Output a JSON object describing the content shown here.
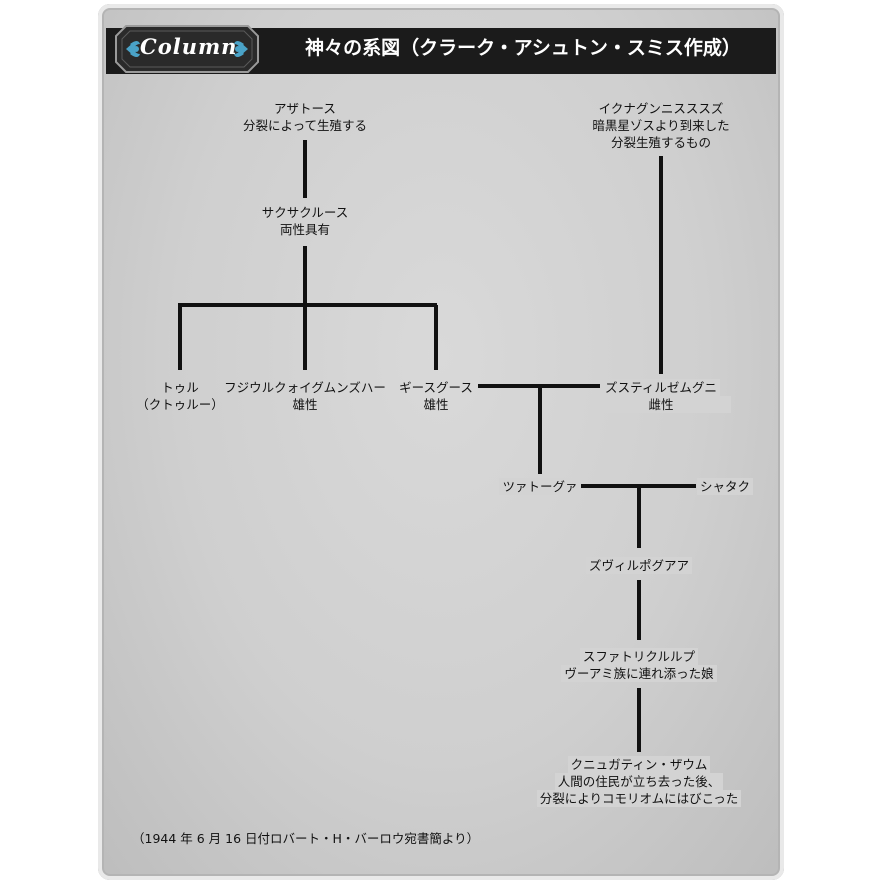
{
  "header": {
    "badge": "Column",
    "title": "神々の系図（クラーク・アシュトン・スミス作成）"
  },
  "nodes": {
    "azathoth": {
      "name": "アザトース",
      "desc": "分裂によって生殖する"
    },
    "ycnagnnisssz": {
      "name": "イクナグンニスススズ",
      "desc1": "暗黒星ゾスより到来した",
      "desc2": "分裂生殖するもの"
    },
    "cxaxukluth": {
      "name": "サクサクルース",
      "desc": "両性具有"
    },
    "hziulquoigmnzhah": {
      "name": "フジウルクォイグムンズハー",
      "desc": "雄性"
    },
    "ghisguth": {
      "name": "ギースグース",
      "desc": "雄性"
    },
    "cthulhu": {
      "name": "トゥル",
      "desc": "（クトゥルー）"
    },
    "zstylzhemgni": {
      "name": "ズスティルゼムグニ",
      "desc": "雌性"
    },
    "tsathoggua": {
      "name": "ツァトーグァ"
    },
    "shathak": {
      "name": "シャタク"
    },
    "zvilpogghua": {
      "name": "ズヴィルポグアア"
    },
    "sfatlicllp": {
      "name": "スファトリクルルプ",
      "desc": "ヴーアミ族に連れ添った娘"
    },
    "knygathin": {
      "name": "クニュガティン・ザウム",
      "desc1": "人間の住民が立ち去った後、",
      "desc2": "分裂によりコモリオムにはびこった"
    }
  },
  "source": "（1944 年 6 月 16 日付ロバート・H・バーロウ宛書簡より）",
  "colors": {
    "line": "#111111",
    "panel": "#d1d1d1",
    "title_bar": "#1b1b1b",
    "badge_accent": "#4aa3c8"
  }
}
